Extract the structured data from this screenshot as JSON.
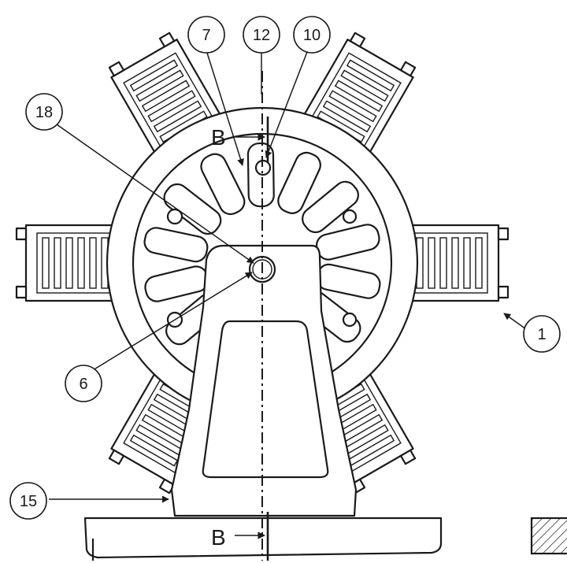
{
  "callouts": [
    {
      "label": "7"
    },
    {
      "label": "12"
    },
    {
      "label": "10"
    },
    {
      "label": "18"
    },
    {
      "label": "1"
    },
    {
      "label": "6"
    },
    {
      "label": "15"
    }
  ],
  "section_marker": {
    "top_label": "B",
    "bottom_label": "B"
  },
  "colors": {
    "line": "#1a1a1a",
    "background": "#ffffff"
  }
}
